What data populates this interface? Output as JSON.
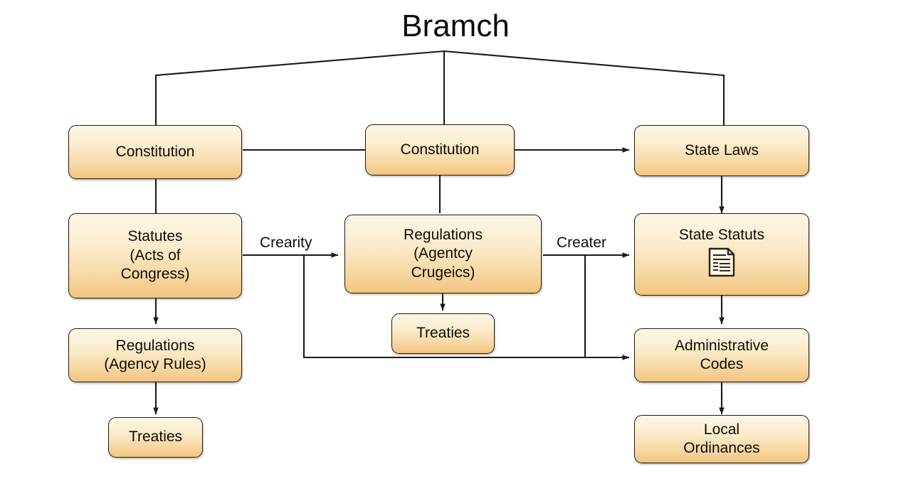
{
  "diagram": {
    "title": "Bramch",
    "type": "hierarchy-flowchart",
    "background": "#ffffff",
    "node_fill_top": "#fdf6e7",
    "node_fill_bottom": "#f2c57f",
    "node_border": "#231b10",
    "edge_color": "#1a1a1a"
  },
  "nodes": [
    {
      "id": "n1",
      "lines": [
        "Constitution"
      ],
      "column": "left",
      "row": 1
    },
    {
      "id": "n2",
      "lines": [
        "Constitution"
      ],
      "column": "center",
      "row": 1
    },
    {
      "id": "n3",
      "lines": [
        "State Laws"
      ],
      "column": "right",
      "row": 1
    },
    {
      "id": "n4",
      "lines": [
        "Statutes",
        "(Acts of",
        "Congress)"
      ],
      "column": "left",
      "row": 2
    },
    {
      "id": "n5",
      "lines": [
        "Regulations",
        "(Agentcy",
        "Crugeics)"
      ],
      "column": "center",
      "row": 2
    },
    {
      "id": "n6",
      "lines": [
        "State Statuts"
      ],
      "column": "right",
      "row": 2,
      "icon": "document-icon"
    },
    {
      "id": "n7",
      "lines": [
        "Regulations",
        "(Agency Rules)"
      ],
      "column": "left",
      "row": 3
    },
    {
      "id": "n8",
      "lines": [
        "Treaties"
      ],
      "column": "center",
      "row": 3
    },
    {
      "id": "n9",
      "lines": [
        "Administrative",
        "Codes"
      ],
      "column": "right",
      "row": 3
    },
    {
      "id": "n10",
      "lines": [
        "Treaties"
      ],
      "column": "left",
      "row": 4
    },
    {
      "id": "n11",
      "lines": [
        "Local",
        "Ordinances"
      ],
      "column": "right",
      "row": 4
    }
  ],
  "edge_labels": [
    {
      "id": "e1",
      "text": "Crearity"
    },
    {
      "id": "e2",
      "text": "Creater"
    }
  ]
}
